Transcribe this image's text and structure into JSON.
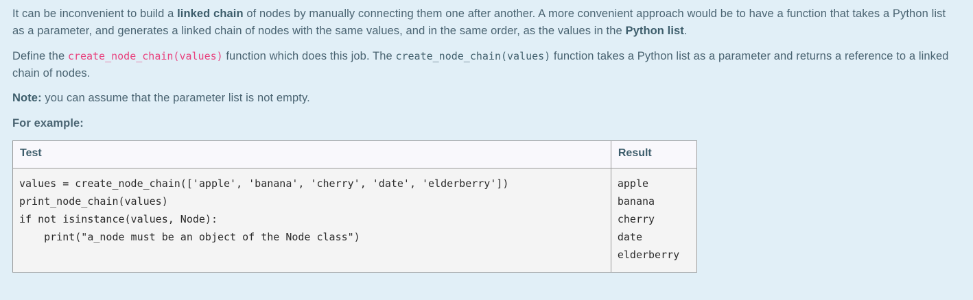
{
  "body": {
    "paragraph1": {
      "segments": [
        {
          "text": "It can be inconvenient to build a ",
          "style": "normal"
        },
        {
          "text": "linked chain",
          "style": "bold"
        },
        {
          "text": " of nodes by manually connecting them one after another.  A more convenient approach would be to have a function that takes a Python list as a parameter, and generates a linked chain of nodes with the same values, and in the same order, as the values in the ",
          "style": "normal"
        },
        {
          "text": "Python list",
          "style": "bold"
        },
        {
          "text": ".",
          "style": "normal"
        }
      ],
      "part_a": "It can be inconvenient to build a ",
      "bold_a": "linked chain",
      "part_b": " of nodes by manually connecting them one after another.  A more convenient approach would be to have a function that takes a Python list as a parameter, and generates a linked chain of nodes with the same values, and in the same order, as the values in the ",
      "bold_b": "Python list",
      "part_c": "."
    },
    "paragraph2": {
      "part_a": "Define the ",
      "code_pink": "create_node_chain(values)",
      "part_b": " function which does this job. The ",
      "code_teal": "create_node_chain(values)",
      "part_c": " function takes a Python list as a parameter and returns a reference to a linked chain of nodes."
    },
    "note": {
      "label": "Note:",
      "text": " you can assume that the parameter list is not empty."
    },
    "for_example_label": "For example:"
  },
  "table": {
    "headers": {
      "test": "Test",
      "result": "Result"
    },
    "rows": [
      {
        "test": "values = create_node_chain(['apple', 'banana', 'cherry', 'date', 'elderberry'])\nprint_node_chain(values)\nif not isinstance(values, Node):\n    print(\"a_node must be an object of the Node class\")",
        "result": "apple\nbanana\ncherry\ndate\nelderberry"
      }
    ]
  },
  "colors": {
    "page_background": "#e1eff7",
    "body_text": "#4a6472",
    "heading_text": "#3d5d6b",
    "inline_code_pink": "#e8437f",
    "inline_code_teal": "#44626f",
    "table_border": "#9a9a9a",
    "table_header_background": "#f9f8fc",
    "table_cell_background": "#f4f4f4",
    "code_text": "#2b2b2b"
  }
}
